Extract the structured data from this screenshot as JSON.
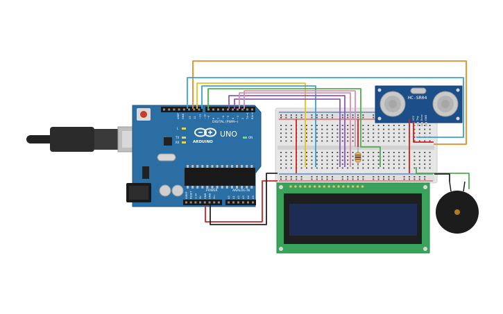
{
  "arduino": {
    "brand": "ARDUINO",
    "model": "UNO",
    "pin_header_digital": "DIGITAL (PWM~)",
    "pin_header_power": "POWER",
    "pin_header_analog": "ANALOG IN",
    "led_l": "L",
    "led_tx": "TX",
    "led_rx": "RX",
    "led_on": "ON",
    "digital_pins": [
      "13",
      "12",
      "~11",
      "~10",
      "~9",
      "8",
      "7",
      "~6",
      "~5",
      "4",
      "~3",
      "2",
      "TX→1",
      "RX←0"
    ],
    "power_pins": [
      "IOREF",
      "RESET",
      "3.3V",
      "5V",
      "GND",
      "GND",
      "Vin"
    ],
    "analog_pins": [
      "A0",
      "A1",
      "A2",
      "A3",
      "A4",
      "A5"
    ],
    "header_pins_left": [
      "AREF",
      "GND"
    ],
    "colors": {
      "board": "#2a6ea3",
      "board_dark": "#1d5580",
      "header": "#1a1a1a"
    }
  },
  "sensor": {
    "label": "HC-SR04",
    "pin_labels": [
      "VCC",
      "Trig",
      "Echo",
      "GND"
    ],
    "colors": {
      "board": "#1c4f8a"
    }
  },
  "lcd": {
    "colors": {
      "pcb": "#3aa35b",
      "bezel": "#1f1f1f",
      "screen": "#1d2c52"
    }
  },
  "breadboard": {
    "colors": {
      "body": "#e6e6e6",
      "rail_red": "#d23a3a",
      "rail_blue": "#2f5fa8"
    }
  },
  "wires": {
    "colors": {
      "orange": "#e88a1c",
      "blue": "#3aa0d8",
      "yellow": "#e8c21c",
      "green": "#4caf50",
      "purple": "#8e57b8",
      "pink": "#d98fb0",
      "red": "#cc2222",
      "black": "#222222"
    }
  }
}
